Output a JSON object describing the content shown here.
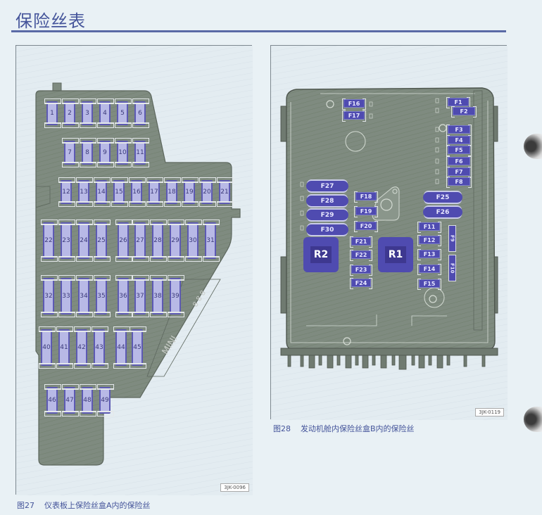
{
  "page": {
    "title": "保险丝表",
    "colors": {
      "accent": "#44549a",
      "fuse_fill_light": "#b8b9e6",
      "fuse_fill_dark": "#4f4bb0",
      "box_gray": "#7e8a7f",
      "background": "#e9f1f5"
    }
  },
  "figureA": {
    "caption_num": "图27",
    "caption_text": "仪表板上保险丝盒A内的保险丝",
    "code": "3JK-0096",
    "fuse_rows": [
      [
        "1",
        "2",
        "3",
        "4",
        "5",
        "6"
      ],
      [
        "7",
        "8",
        "9",
        "10",
        "11"
      ],
      [
        "12",
        "13",
        "14",
        "15",
        "16",
        "17",
        "18",
        "19",
        "20",
        "21"
      ],
      [
        "22",
        "23",
        "24",
        "25",
        "26",
        "27",
        "28",
        "29",
        "30",
        "31"
      ],
      [
        "32",
        "33",
        "34",
        "35",
        "36",
        "37",
        "38",
        "39"
      ],
      [
        "40",
        "41",
        "42",
        "43",
        "44",
        "45"
      ],
      [
        "46",
        "47",
        "48",
        "49"
      ]
    ],
    "total_fuses": 49
  },
  "figureB": {
    "caption_num": "图28",
    "caption_text": "发动机舱内保险丝盒B内的保险丝",
    "code": "3JK-0119",
    "fuses": {
      "F1": "F1",
      "F2": "F2",
      "F3": "F3",
      "F4": "F4",
      "F5": "F5",
      "F6": "F6",
      "F7": "F7",
      "F8": "F8",
      "F9": "F9",
      "F10": "F10",
      "F11": "F11",
      "F12": "F12",
      "F13": "F13",
      "F14": "F14",
      "F15": "F15",
      "F16": "F16",
      "F17": "F17",
      "F18": "F18",
      "F19": "F19",
      "F20": "F20",
      "F21": "F21",
      "F22": "F22",
      "F23": "F23",
      "F24": "F24",
      "F25": "F25",
      "F26": "F26",
      "F27": "F27",
      "F28": "F28",
      "F29": "F29",
      "F30": "F30"
    },
    "relays": {
      "R1": "R1",
      "R2": "R2"
    }
  }
}
